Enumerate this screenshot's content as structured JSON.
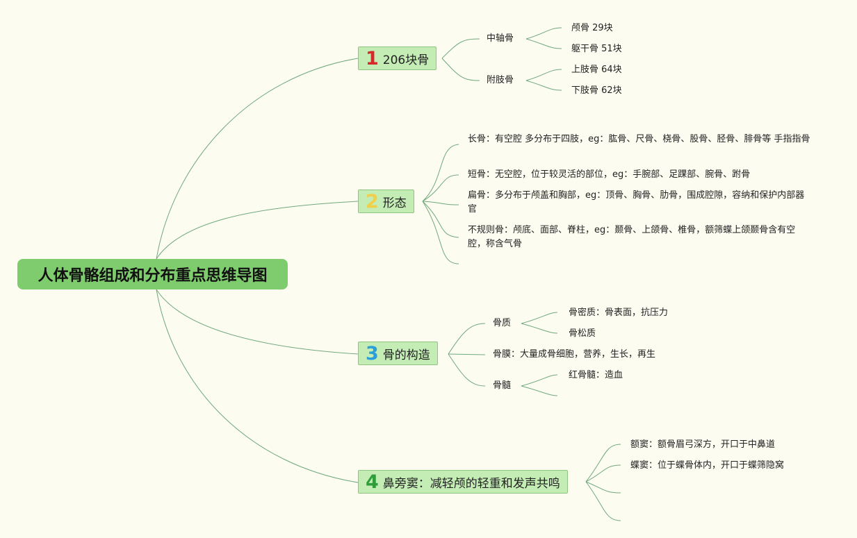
{
  "root": {
    "label": "人体骨骼组成和分布重点思维导图"
  },
  "branches": [
    {
      "number": "1",
      "number_color": "#d42a2a",
      "label": "206块骨",
      "groups": [
        {
          "label": "中轴骨",
          "items": [
            "颅骨 29块",
            "躯干骨 51块"
          ]
        },
        {
          "label": "附肢骨",
          "items": [
            "上肢骨 64块",
            "下肢骨 62块"
          ]
        }
      ]
    },
    {
      "number": "2",
      "number_color": "#f2cf4a",
      "label": "形态",
      "items": [
        "长骨：有空腔 多分布于四肢，eg：肱骨、尺骨、桡骨、股骨、胫骨、腓骨等 手指指骨",
        "短骨：无空腔，位于较灵活的部位，eg：手腕部、足踝部、腕骨、跗骨",
        "扁骨：多分布于颅盖和胸部，eg：顶骨、胸骨、肋骨，围成腔隙，容纳和保护内部器官",
        "不规则骨：颅底、面部、脊柱，eg：颞骨、上颌骨、椎骨，额筛蝶上颌颞骨含有空腔，称含气骨",
        ""
      ]
    },
    {
      "number": "3",
      "number_color": "#2c9fd8",
      "label": "骨的构造",
      "groups": [
        {
          "label": "骨质",
          "items": [
            "骨密质：骨表面，抗压力",
            "骨松质"
          ]
        },
        {
          "label": "骨膜：大量成骨细胞，营养，生长，再生",
          "items": []
        },
        {
          "label": "骨髓",
          "items": [
            "红骨髓：造血",
            ""
          ]
        }
      ]
    },
    {
      "number": "4",
      "number_color": "#2e9d3a",
      "label": "鼻旁窦：减轻颅的轻重和发声共鸣",
      "items": [
        "额窦：额骨眉弓深方，开口于中鼻道",
        "蝶窦：位于蝶骨体内，开口于蝶筛隐窝",
        "",
        ""
      ]
    }
  ],
  "colors": {
    "line": "#6fa87c",
    "root_bg": "#7fcc6e",
    "branch_bg": "#c4ecb5"
  }
}
